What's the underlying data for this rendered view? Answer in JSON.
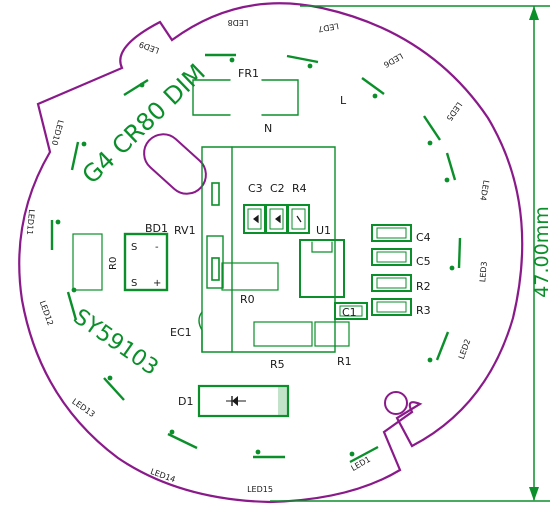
{
  "board": {
    "title": "G4 CR80 DIM",
    "part": "SY59103",
    "dimension": "47.00mm"
  },
  "colors": {
    "outline": "#8a1a8a",
    "silkscreen": "#0b8f2a",
    "text": "#1a1a1a",
    "background": "#ffffff"
  },
  "components": {
    "fr1": "FR1",
    "l": "L",
    "n": "N",
    "c3": "C3",
    "c2": "C2",
    "r4": "R4",
    "bd1": "BD1",
    "rv1": "RV1",
    "u1": "U1",
    "r0a": "R0",
    "r0b": "R0",
    "c4": "C4",
    "c5": "C5",
    "r2": "R2",
    "r3": "R3",
    "c1": "C1",
    "ec1": "EC1",
    "r5": "R5",
    "r1": "R1",
    "d1": "D1"
  },
  "leds": [
    "LED1",
    "LED2",
    "LED3",
    "LED4",
    "LED5",
    "LED6",
    "LED7",
    "LED8",
    "LED9",
    "LED10",
    "LED11",
    "LED12",
    "LED13",
    "LED14",
    "LED15"
  ]
}
